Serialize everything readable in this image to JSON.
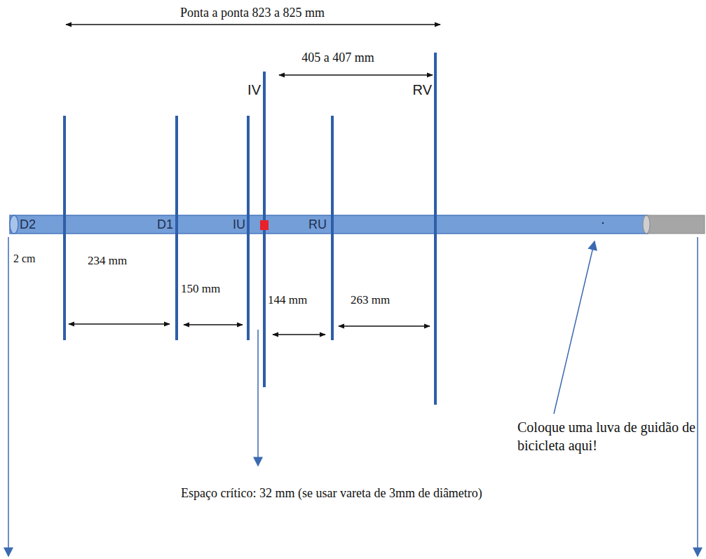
{
  "diagram": {
    "labels": [
      "Ponta a ponta 823 a 825 mm",
      "405 a 407 mm",
      "IV",
      "RV",
      "D2",
      "D1",
      "IU",
      "RU",
      "2 cm",
      "234 mm",
      "150 mm",
      "144 mm",
      "263 mm",
      "Coloque uma luva de guidão de bicicleta aqui!",
      "Espaço crítico: 32 mm (se usar vareta de 3mm de diâmetro)"
    ]
  }
}
